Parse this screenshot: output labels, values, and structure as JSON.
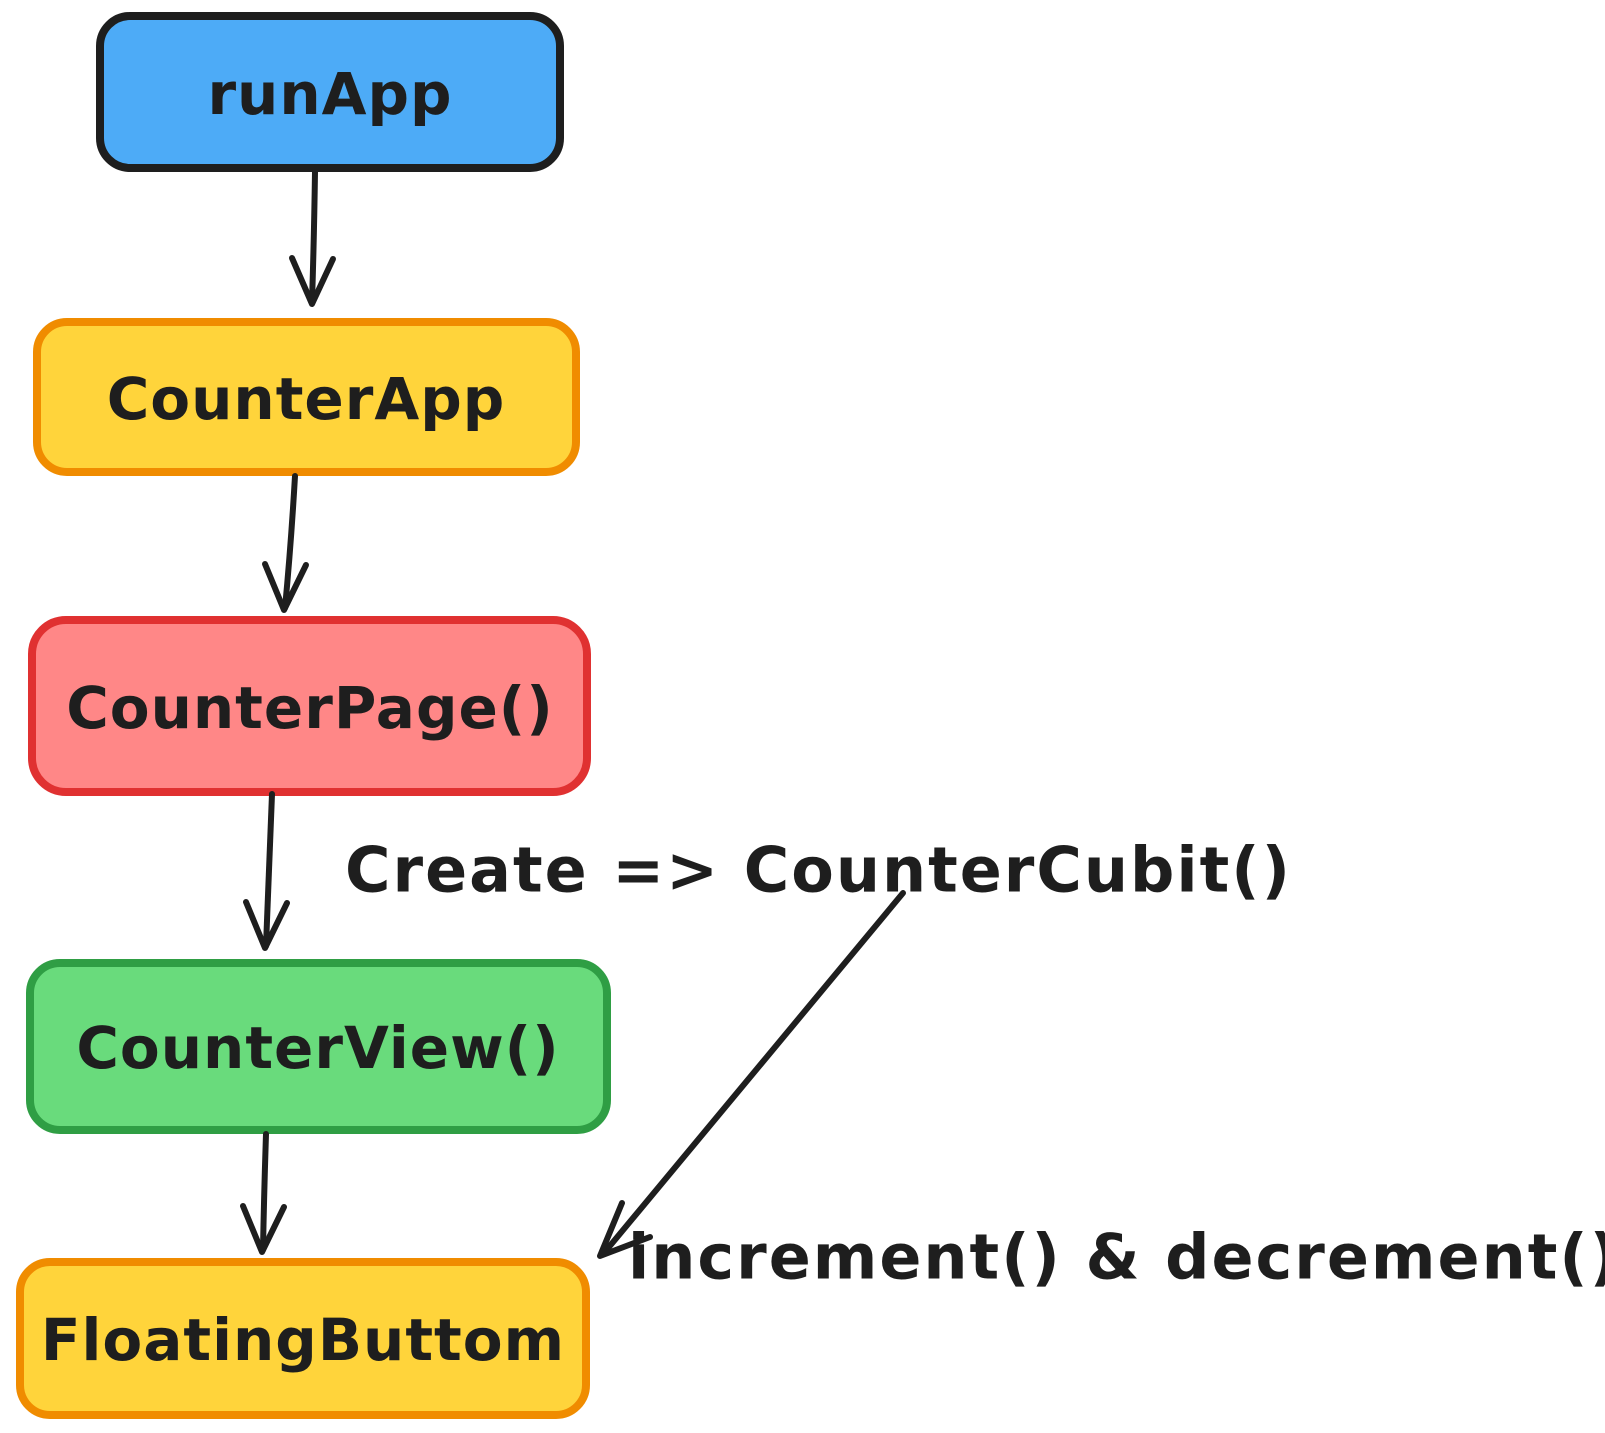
{
  "canvas": {
    "background": "#ffffff"
  },
  "nodes": {
    "run_app": {
      "label": "runApp",
      "fill": "#4dabf7",
      "stroke": "#1e1e1e"
    },
    "counter_app": {
      "label": "CounterApp",
      "fill": "#ffd43b",
      "stroke": "#f08c00"
    },
    "counter_page": {
      "label": "CounterPage()",
      "fill": "#ff8787",
      "stroke": "#e03131"
    },
    "counter_view": {
      "label": "CounterView()",
      "fill": "#69db7c",
      "stroke": "#2f9e44"
    },
    "floating_buttom": {
      "label": "FloatingButtom",
      "fill": "#ffd43b",
      "stroke": "#f08c00"
    }
  },
  "annotations": {
    "create_cubit": {
      "text": "Create => CounterCubit()",
      "color": "#2f9e44"
    },
    "methods": {
      "text": "increment() & decrement()",
      "color": "#1e1e1e"
    }
  },
  "arrows": {
    "color": "#1e1e1e"
  }
}
